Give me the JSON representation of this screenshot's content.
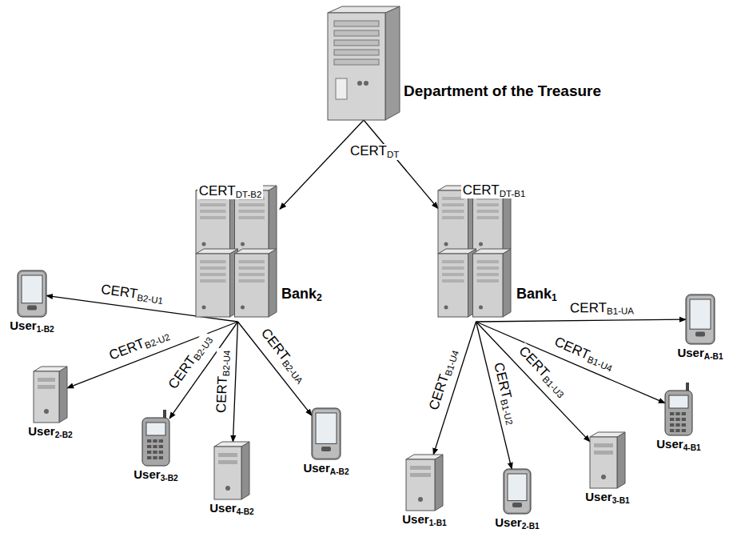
{
  "diagram": {
    "nodes": [
      {
        "text": [
          "Department of the Treasure"
        ]
      },
      {
        "text": [
          "Bank2"
        ]
      },
      {
        "text": [
          "Bank1"
        ]
      },
      {
        "text": [
          "User1-B2"
        ]
      },
      {
        "text": [
          "User2-B2"
        ]
      },
      {
        "text": [
          "User3-B2"
        ]
      },
      {
        "text": [
          "User4-B2"
        ]
      },
      {
        "text": [
          "UserA-B2"
        ]
      },
      {
        "text": [
          "UserA-B1"
        ]
      },
      {
        "text": [
          "User1-B1"
        ]
      },
      {
        "text": [
          "User2-B1"
        ]
      },
      {
        "text": [
          "User3-B1"
        ]
      },
      {
        "text": [
          "User4-B1"
        ]
      }
    ],
    "edges": [
      {
        "from": 0,
        "to": 1,
        "arrow": "to",
        "label": "CERTDT-B2"
      },
      {
        "from": 0,
        "to": 2,
        "arrow": "to",
        "label": "CERTDT-B1"
      },
      {
        "from": 1,
        "to": 3,
        "arrow": "to",
        "label": "CERTB2-U1"
      },
      {
        "from": 1,
        "to": 4,
        "arrow": "to",
        "label": "CERTB2-U2"
      },
      {
        "from": 1,
        "to": 5,
        "arrow": "to",
        "label": "CERTB2-U3"
      },
      {
        "from": 1,
        "to": 6,
        "arrow": "to",
        "label": "CERTB2-U4"
      },
      {
        "from": 1,
        "to": 7,
        "arrow": "to",
        "label": "CERTB2-UA"
      },
      {
        "from": 2,
        "to": 8,
        "arrow": "to",
        "label": "CERTB1-UA"
      },
      {
        "from": 2,
        "to": 9,
        "arrow": "to",
        "label": "CERTB1-U4"
      },
      {
        "from": 2,
        "to": 10,
        "arrow": "to",
        "label": "CERTB1-U2"
      },
      {
        "from": 2,
        "to": 11,
        "arrow": "to",
        "label": "CERTB1-U3"
      },
      {
        "from": 2,
        "to": 12,
        "arrow": "to",
        "label": "CERTB1-U4"
      }
    ],
    "labels": [
      "CERTDT"
    ]
  }
}
